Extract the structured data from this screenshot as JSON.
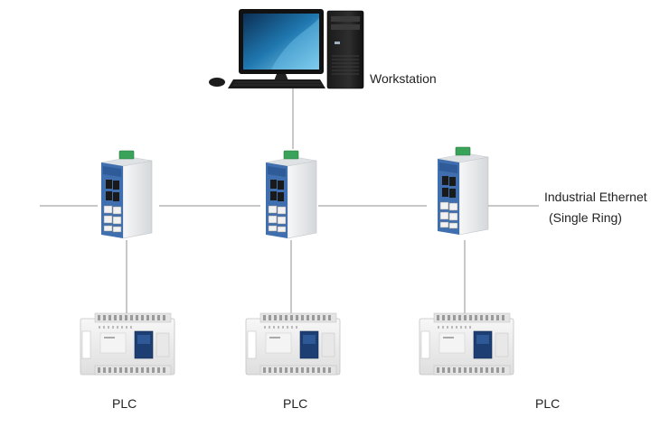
{
  "workstation": {
    "label": "Workstation"
  },
  "network": {
    "label_line1": "Industrial Ethernet",
    "label_line2": "(Single Ring)"
  },
  "plcs": [
    {
      "label": "PLC"
    },
    {
      "label": "PLC"
    },
    {
      "label": "PLC"
    }
  ],
  "colors": {
    "link": "#c8c8c8",
    "switch_body": "#e6e8ea",
    "switch_front": "#3f6fae",
    "terminal": "#3aa35a",
    "plc_body": "#eeeeee",
    "plc_panel": "#1d3e73",
    "monitor_screen": "#1f78b0"
  }
}
